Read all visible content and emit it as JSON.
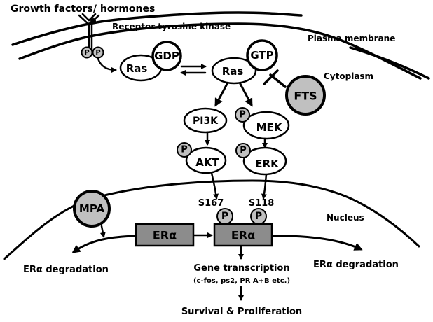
{
  "colors": {
    "line": "#000000",
    "phospho_fill": "#c0c0c0",
    "drug_fill": "#c0c0c0",
    "era_box_fill": "#8c8c8c",
    "background": "#ffffff"
  },
  "labels": {
    "growth_factors": "Growth factors/ hormones",
    "receptor": "Receptor tyrosine kinase",
    "plasma_membrane": "Plasma membrane",
    "cytoplasm": "Cytoplasm",
    "nucleus": "Nucleus",
    "s167": "S167",
    "s118": "S118",
    "degradation_left": "ERα degradation",
    "degradation_right": "ERα degradation",
    "gene_transcription": "Gene transcription",
    "gene_examples": "(c-fos, ps2, PR A+B  etc.)",
    "outcome": "Survival & Proliferation"
  },
  "nodes": {
    "ras_gdp": "Ras",
    "gdp": "GDP",
    "ras_gtp": "Ras",
    "gtp": "GTP",
    "fts": "FTS",
    "pi3k": "PI3K",
    "mek": "MEK",
    "akt": "AKT",
    "erk": "ERK",
    "mpa": "MPA",
    "era_inactive": "ERα",
    "era_active": "ERα",
    "phospho": "P"
  }
}
